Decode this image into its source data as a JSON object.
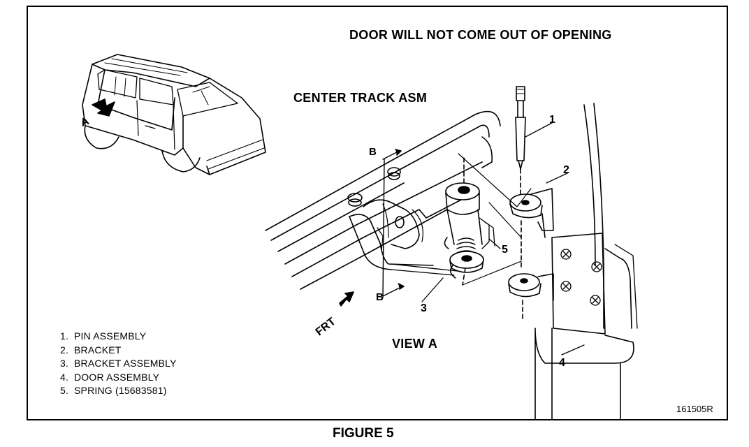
{
  "title": "DOOR WILL NOT COME OUT OF OPENING",
  "subtitle": "CENTER TRACK ASM",
  "view_label": "VIEW A",
  "figure_caption": "FIGURE 5",
  "drawing_id": "161505R",
  "direction_label": "FRT",
  "section_label": "B",
  "vehicle_view_label": "A",
  "callouts": [
    "1",
    "2",
    "3",
    "4",
    "5"
  ],
  "legend": [
    {
      "num": "1.",
      "label": "PIN ASSEMBLY"
    },
    {
      "num": "2.",
      "label": "BRACKET"
    },
    {
      "num": "3.",
      "label": "BRACKET ASSEMBLY"
    },
    {
      "num": "4.",
      "label": "DOOR ASSEMBLY"
    },
    {
      "num": "5.",
      "label": "SPRING (15683581)"
    }
  ]
}
